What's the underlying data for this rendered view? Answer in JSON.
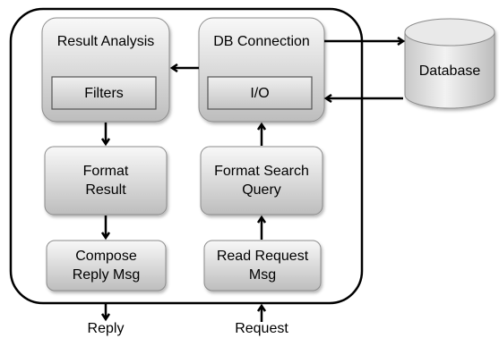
{
  "components": {
    "result_analysis": {
      "title": "Result Analysis",
      "inner": "Filters"
    },
    "db_connection": {
      "title": "DB Connection",
      "inner": "I/O"
    },
    "format_result": "Format\nResult",
    "format_search_query": "Format Search\nQuery",
    "compose_reply": "Compose\nReply Msg",
    "read_request": "Read Request\nMsg",
    "database": "Database"
  },
  "io": {
    "reply": "Reply",
    "request": "Request"
  },
  "colors": {
    "box_top": "#f7f7f7",
    "box_bottom": "#bcbcbc",
    "outline": "#7f7f7f",
    "arrow": "#000000"
  }
}
